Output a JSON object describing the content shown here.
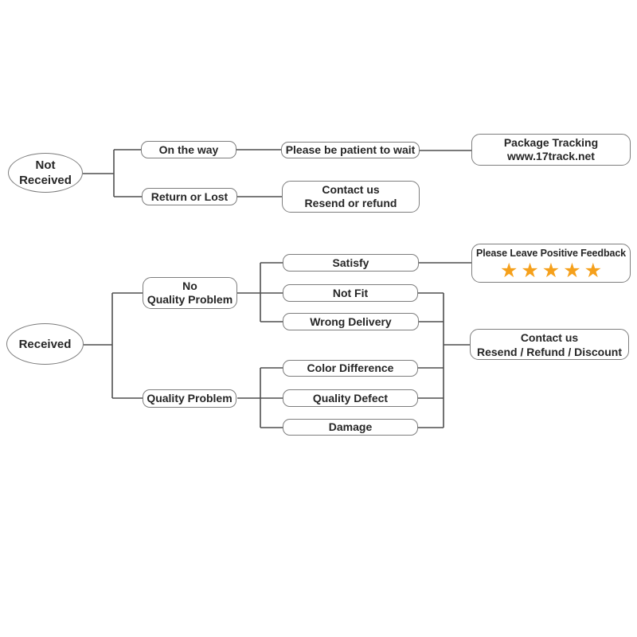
{
  "colors": {
    "background": "#ffffff",
    "node_border": "#7d7d7d",
    "connector": "#4f4f4f",
    "text": "#262626",
    "star": "#F5A01B"
  },
  "icons": {
    "star": "★"
  },
  "not_received_flow": {
    "root": "Not\nReceived",
    "on_the_way": "On the way",
    "return_or_lost": "Return or Lost",
    "be_patient": "Please be patient to wait",
    "contact_us": "Contact us\nResend or refund",
    "package_tracking": "Package Tracking\nwww.17track.net"
  },
  "received_flow": {
    "root": "Received",
    "no_quality_problem": "No\nQuality Problem",
    "satisfy": "Satisfy",
    "not_fit": "Not Fit",
    "wrong_delivery": "Wrong Delivery",
    "quality_problem": "Quality Problem",
    "color_difference": "Color Difference",
    "quality_defect": "Quality Defect",
    "damage": "Damage",
    "positive_feedback": "Please Leave Positive Feedback",
    "star_count": 5,
    "contact_us": "Contact us\nResend / Refund / Discount"
  }
}
